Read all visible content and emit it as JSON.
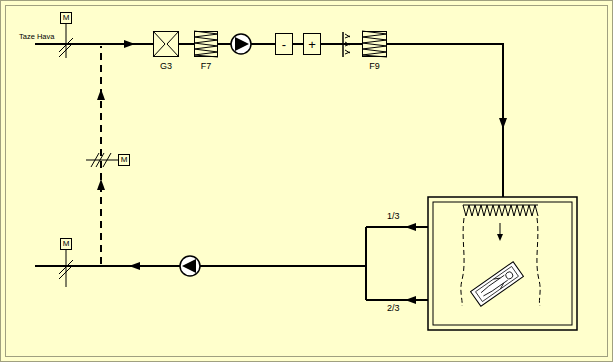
{
  "diagram": {
    "nodes": [
      {
        "text": [
          "M"
        ]
      },
      {
        "text": [
          "G3"
        ]
      },
      {
        "text": [
          "F7"
        ]
      },
      {
        "text": [
          "-"
        ]
      },
      {
        "text": [
          "+"
        ]
      },
      {
        "text": [
          "F9"
        ]
      },
      {
        "text": [
          "M"
        ]
      },
      {
        "text": [
          "M"
        ]
      }
    ],
    "edges": [
      {
        "from": 1,
        "to": 2,
        "arrow": "none"
      },
      {
        "from": 3,
        "to": 4,
        "arrow": "none"
      }
    ],
    "labels": [
      "Taze Hava",
      "1/3",
      "2/3"
    ]
  }
}
